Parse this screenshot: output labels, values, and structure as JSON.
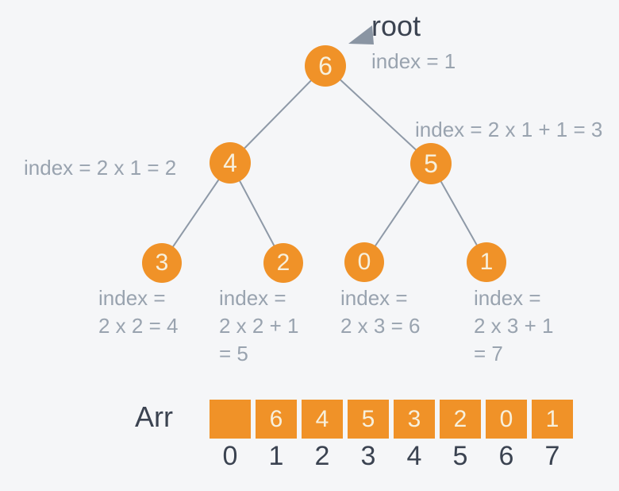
{
  "colors": {
    "background": "#f5f6f8",
    "node_orange": "#f09228",
    "node_text": "#f7f0dc",
    "edge_gray": "#8e99a7",
    "label_gray": "#99a3af",
    "dark_text": "#3b4351"
  },
  "tree": {
    "root_pointer_label": "root",
    "nodes": [
      {
        "value": "6",
        "index_label": "index = 1"
      },
      {
        "value": "4",
        "index_label": "index = 2 x 1 = 2"
      },
      {
        "value": "5",
        "index_label": "index = 2 x 1 + 1 = 3"
      },
      {
        "value": "3",
        "index_label": "index =\n2 x 2 = 4"
      },
      {
        "value": "2",
        "index_label": "index =\n2 x 2 + 1\n= 5"
      },
      {
        "value": "0",
        "index_label": "index =\n2 x 3 = 6"
      },
      {
        "value": "1",
        "index_label": "index =\n2 x 3 + 1\n= 7"
      }
    ]
  },
  "array": {
    "label": "Arr",
    "cells": [
      "",
      "6",
      "4",
      "5",
      "3",
      "2",
      "0",
      "1"
    ],
    "indices": [
      "0",
      "1",
      "2",
      "3",
      "4",
      "5",
      "6",
      "7"
    ]
  }
}
